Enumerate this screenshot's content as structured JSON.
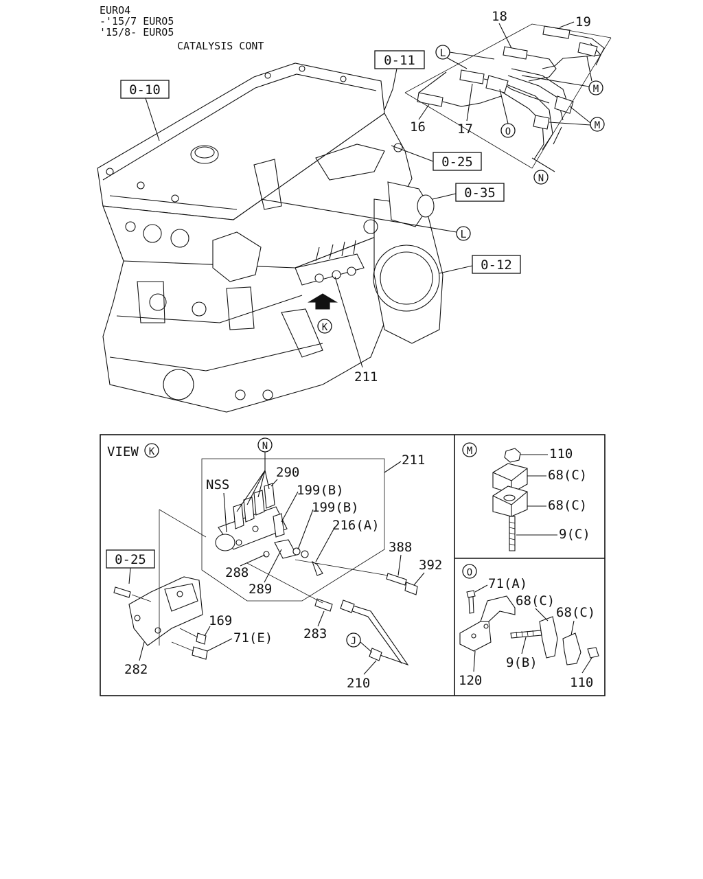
{
  "header": {
    "line1": "EURO4",
    "line2": "-'15/7 EURO5",
    "line3": "'15/8- EURO5",
    "line4": "CATALYSIS CONT"
  },
  "engine_refs": {
    "r0_11": "0-11",
    "r0_10": "0-10",
    "r0_25": "0-25",
    "r0_35": "0-35",
    "r0_12": "0-12"
  },
  "engine_callouts": {
    "c18": "18",
    "c19": "19",
    "c16": "16",
    "c17": "17",
    "c211": "211",
    "circ_L_top": "L",
    "circ_L_mid": "L",
    "circ_M_1": "M",
    "circ_M_2": "M",
    "circ_O": "O",
    "circ_N": "N",
    "circ_K": "K"
  },
  "view_k": {
    "title": "VIEW",
    "title_circle": "K",
    "ref_0_25": "0-25",
    "circ_N": "N",
    "circ_J": "J",
    "c211": "211",
    "nss": "NSS",
    "c290": "290",
    "c199b_1": "199(B)",
    "c199b_2": "199(B)",
    "c216a": "216(A)",
    "c388": "388",
    "c392": "392",
    "c288": "288",
    "c289": "289",
    "c283": "283",
    "c169": "169",
    "c71e": "71(E)",
    "c282": "282",
    "c210": "210"
  },
  "view_m": {
    "circle": "M",
    "c110": "110",
    "c68c_1": "68(C)",
    "c68c_2": "68(C)",
    "c9c": "9(C)"
  },
  "view_o": {
    "circle": "O",
    "c71a": "71(A)",
    "c68c_1": "68(C)",
    "c68c_2": "68(C)",
    "c9b": "9(B)",
    "c120": "120",
    "c110": "110"
  }
}
